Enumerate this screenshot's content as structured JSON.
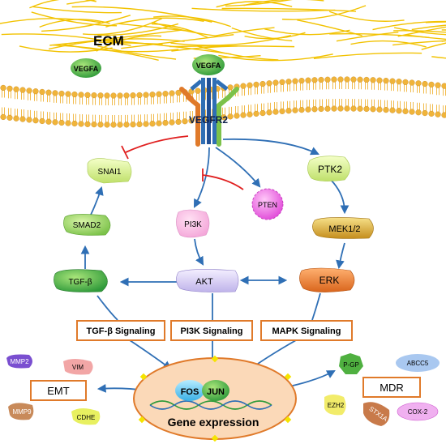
{
  "ecm": {
    "label": "ECM"
  },
  "vegfa": {
    "free_label": "VEGFA",
    "bound_label": "VEGFA"
  },
  "receptor": {
    "label": "VEGFR2"
  },
  "nodes": {
    "snai1": "SNAI1",
    "smad2": "SMAD2",
    "tgfb": "TGF-β",
    "pi3k": "PI3K",
    "pten": "PTEN",
    "akt": "AKT",
    "ptk2": "PTK2",
    "mek": "MEK1/2",
    "erk": "ERK"
  },
  "signaling": {
    "tgfb": "TGF-β Signaling",
    "pi3k": "PI3K Signaling",
    "mapk": "MAPK Signaling"
  },
  "nucleus": {
    "fos": "FOS",
    "jun": "JUN",
    "gene_expression": "Gene expression"
  },
  "emt": {
    "title": "EMT",
    "markers": [
      "MMP2",
      "VIM",
      "MMP9",
      "CDHE"
    ]
  },
  "mdr": {
    "title": "MDR",
    "markers": [
      "P-GP",
      "ABCC5",
      "EZH2",
      "STX1A",
      "COX-2"
    ]
  },
  "colors": {
    "activation_arrow": "#2f6fb5",
    "inhibition_arrow": "#e02020",
    "signaling_box_border": "#e07a2a",
    "ecm_fibers": "#f2c200",
    "membrane": "#f0b43a",
    "nucleus_fill": "#fbd9b8"
  }
}
